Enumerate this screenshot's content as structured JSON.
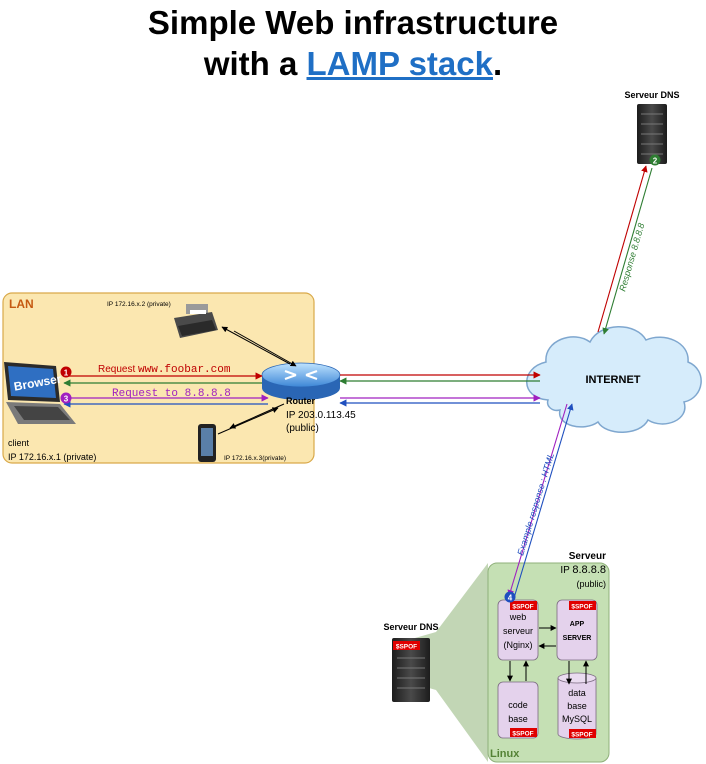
{
  "title": {
    "line1": "Simple Web infrastructure",
    "line2_prefix": "with a ",
    "link": "LAMP stack",
    "line2_suffix": "."
  },
  "lan": {
    "label": "LAN",
    "client_label": "client",
    "client_ip": "IP 172.16.x.1 (private)",
    "browser_label": "Browser",
    "printer_ip": "IP 172.16.x.2 (private)",
    "phone_ip": "IP 172.16.x.3(private)",
    "router_label": "Router",
    "router_ip": "IP 203.0.113.45",
    "router_ip_note": "(public)"
  },
  "requests": {
    "request1_prefix": "Request ",
    "request1_url": "www.foobar.com",
    "request2": "Request to 8.8.8.8",
    "step1": "1",
    "step2": "2",
    "step3": "3",
    "step4": "4"
  },
  "internet": {
    "label": "INTERNET"
  },
  "dns_top": {
    "label": "Serveur DNS",
    "response": "Response 8.8.8.8"
  },
  "server": {
    "label": "Serveur",
    "ip_prefix": "IP ",
    "ip": "8.8.8.8",
    "ip_note": "(public)",
    "response": "Example response : HTML",
    "linux_label": "Linux",
    "web_line1": "web",
    "web_line2": "serveur",
    "web_line3": "(Nginx)",
    "app_line1": "APP",
    "app_line2": "SERVER",
    "code_line1": "code",
    "code_line2": "base",
    "db_line1": "data",
    "db_line2": "base",
    "db_line3": "MySQL",
    "spof": "SPOF"
  },
  "dns_bottom": {
    "label": "Serveur DNS",
    "spof": "SPOF"
  },
  "colors": {
    "title_link": "#1f6fc5",
    "lan_fill": "#fbe7b0",
    "lan_border": "#d9a94a",
    "lan_label": "#c55a11",
    "red": "#c00000",
    "purple": "#a020c0",
    "green": "#2e7d32",
    "blue": "#1f4fbf",
    "linux_fill": "#c5e0b4",
    "linux_label": "#548235",
    "box_fill": "#e4d2ec",
    "spof": "#e00000",
    "cloud_fill": "#d6ecfb",
    "cloud_border": "#7fa7cf"
  }
}
